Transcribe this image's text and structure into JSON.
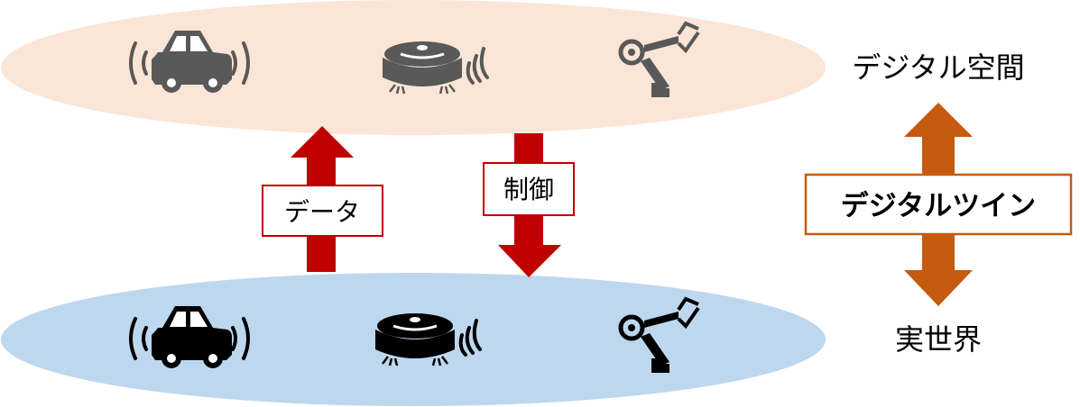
{
  "digital_space": {
    "label": "デジタル空間",
    "fill": "#FBE5D6",
    "icon_color": "#595959"
  },
  "real_world": {
    "label": "実世界",
    "fill": "#BDD7EE",
    "icon_color": "#000000"
  },
  "data_arrow": {
    "label": "データ",
    "color": "#C00000"
  },
  "control_arrow": {
    "label": "制御",
    "color": "#C00000"
  },
  "digital_twin": {
    "label": "デジタルツイン",
    "color": "#C55A11"
  },
  "icons": [
    "car-icon",
    "robot-vacuum-icon",
    "robot-arm-icon"
  ]
}
